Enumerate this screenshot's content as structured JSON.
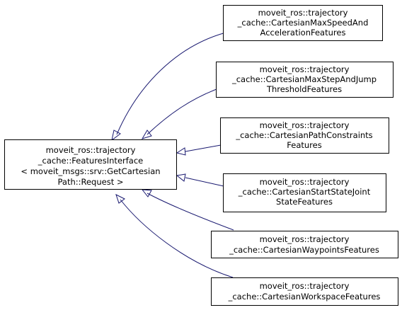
{
  "base_class": {
    "lines": [
      "moveit_ros::trajectory",
      "_cache::FeaturesInterface",
      "< moveit_msgs::srv::GetCartesian",
      "Path::Request >"
    ]
  },
  "derived_classes": [
    {
      "lines": [
        "moveit_ros::trajectory",
        "_cache::CartesianMaxSpeedAnd",
        "AccelerationFeatures"
      ]
    },
    {
      "lines": [
        "moveit_ros::trajectory",
        "_cache::CartesianMaxStepAndJump",
        "ThresholdFeatures"
      ]
    },
    {
      "lines": [
        "moveit_ros::trajectory",
        "_cache::CartesianPathConstraints",
        "Features"
      ]
    },
    {
      "lines": [
        "moveit_ros::trajectory",
        "_cache::CartesianStartStateJoint",
        "StateFeatures"
      ]
    },
    {
      "lines": [
        "moveit_ros::trajectory",
        "_cache::CartesianWaypointsFeatures"
      ]
    },
    {
      "lines": [
        "moveit_ros::trajectory",
        "_cache::CartesianWorkspaceFeatures"
      ]
    }
  ],
  "colors": {
    "edge": "#191970",
    "node_border": "#000000",
    "node_fill": "#ffffff"
  }
}
